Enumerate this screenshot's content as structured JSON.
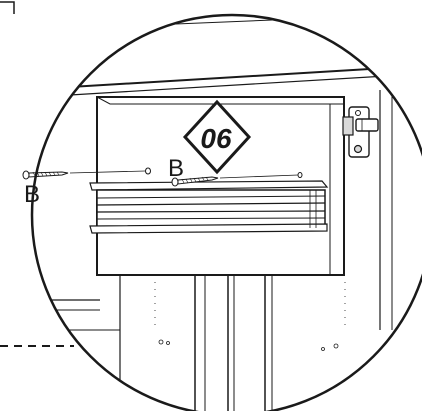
{
  "diagram": {
    "step_number": "06",
    "part_labels": {
      "screw_left": "B",
      "screw_right": "B"
    },
    "icons": [
      "screw-icon",
      "hinge-bracket-icon",
      "drawer-rail-icon"
    ],
    "colors": {
      "line": "#1a1a1a",
      "background": "#ffffff",
      "hardware_fill": "#d9d9d9"
    }
  }
}
